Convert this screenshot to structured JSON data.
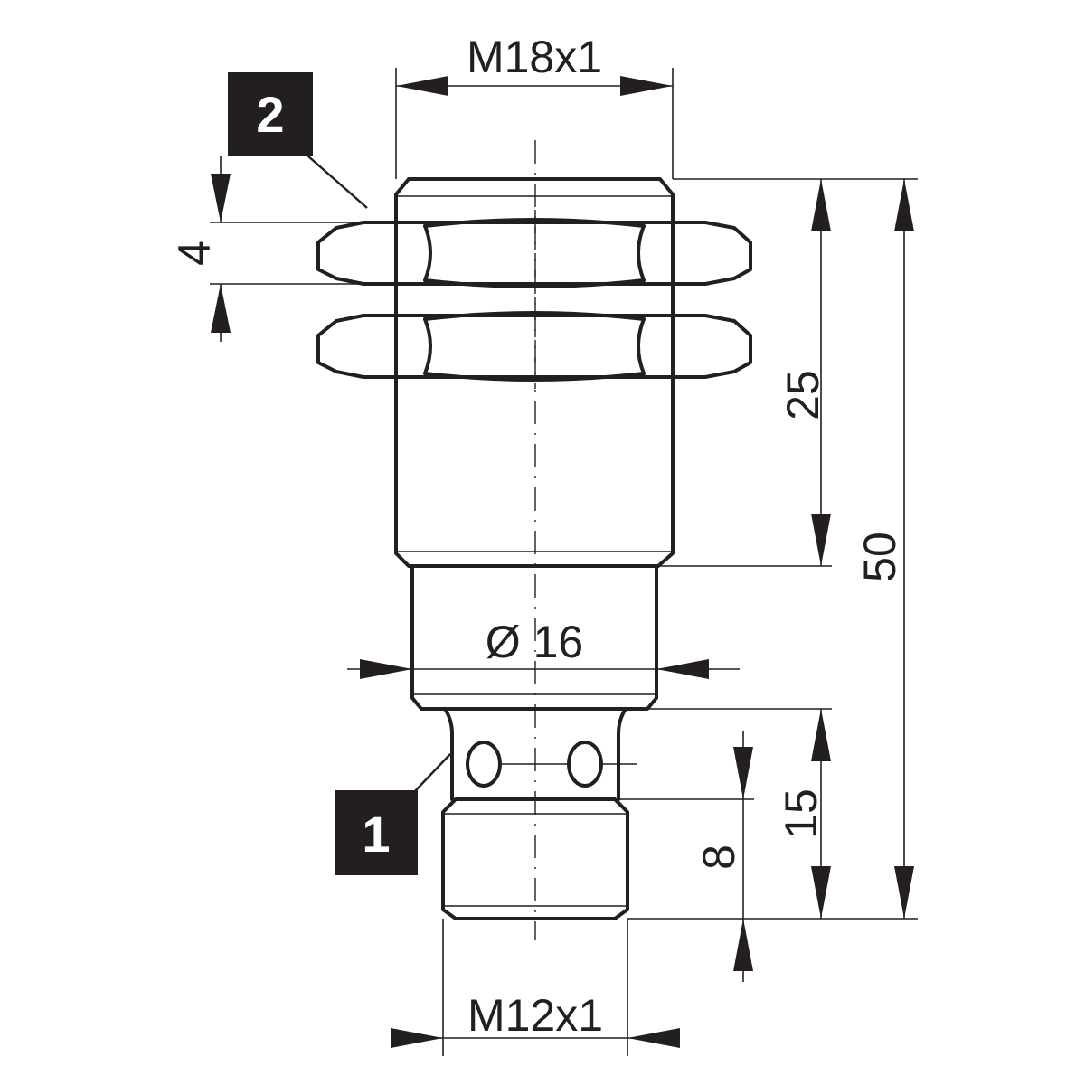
{
  "dimensions": {
    "thread_top": "M18x1",
    "nut_height": "4",
    "thread_length": "25",
    "total_length": "50",
    "body_diameter": "Ø 16",
    "connector_length": "15",
    "connector_thread_length": "8",
    "thread_bottom": "M12x1"
  },
  "callouts": {
    "one": "1",
    "two": "2"
  },
  "colors": {
    "line": "#231f20",
    "background": "#ffffff"
  }
}
